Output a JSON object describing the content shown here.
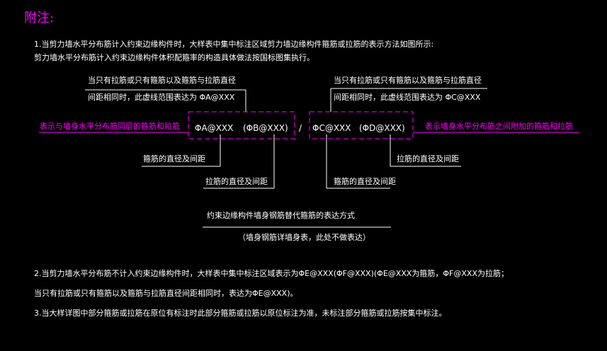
{
  "title": "附注:",
  "note1": {
    "line1": "1.当剪力墙水平分布筋计入约束边缘构件时，大样表中集中标注区域剪力墙边缘构件箍筋或拉筋的表示方法如图所示:",
    "line2": "剪力墙水平分布筋计入约束边缘构件体积配箍率的构造具体做法按国标图集执行。"
  },
  "diagram": {
    "ann_top_left_1": "当只有拉筋或只有箍筋以及箍筋与拉筋直径",
    "ann_top_left_2": "间距相同时，此虚线范围表达为 ΦA@XXX",
    "ann_top_right_1": "当只有拉筋或只有箍筋以及箍筋与拉筋直径",
    "ann_top_right_2": "间距相同时，此虚线范围表达为 ΦC@XXX",
    "left_side_label": "表示与墙身水平分布筋同层的箍筋和拉筋",
    "right_side_label": "表示墙身水平分布筋之间附加的箍筋和拉筋",
    "box1_a": "ΦA@XXX",
    "box1_b": "(ΦB@XXX)",
    "slash": "/",
    "box2_c": "ΦC@XXX",
    "box2_d": "(ΦD@XXX)",
    "label_stirrup_1": "箍筋的直径及间距",
    "label_tie_1": "拉筋的直径及间距",
    "label_stirrup_2": "箍筋的直径及间距",
    "label_tie_2": "拉筋的直径及间距",
    "bottom_label": "约束边缘构件墙身钢筋替代箍筋的表达方式",
    "bottom_sub": "（墙身钢筋详墙身表，此处不做表达）"
  },
  "note2": {
    "line1": "2.当剪力墙水平分布筋不计入约束边缘构件时，大样表中集中标注区域表示为ΦE@XXX(ΦF@XXX)(ΦE@XXX为箍筋，ΦF@XXX为拉筋；",
    "line2": "当只有拉筋或只有箍筋以及箍筋与拉筋直径间距相同时，表达为ΦE@XXX)。"
  },
  "note3": {
    "line1": "3.当大样详图中部分箍筋或拉筋在原位有标注时此部分箍筋或拉筋以原位标注为准，未标注部分箍筋或拉筋按集中标注。"
  },
  "colors": {
    "background": "#000000",
    "text": "#ffffff",
    "accent": "#ff00ff"
  }
}
